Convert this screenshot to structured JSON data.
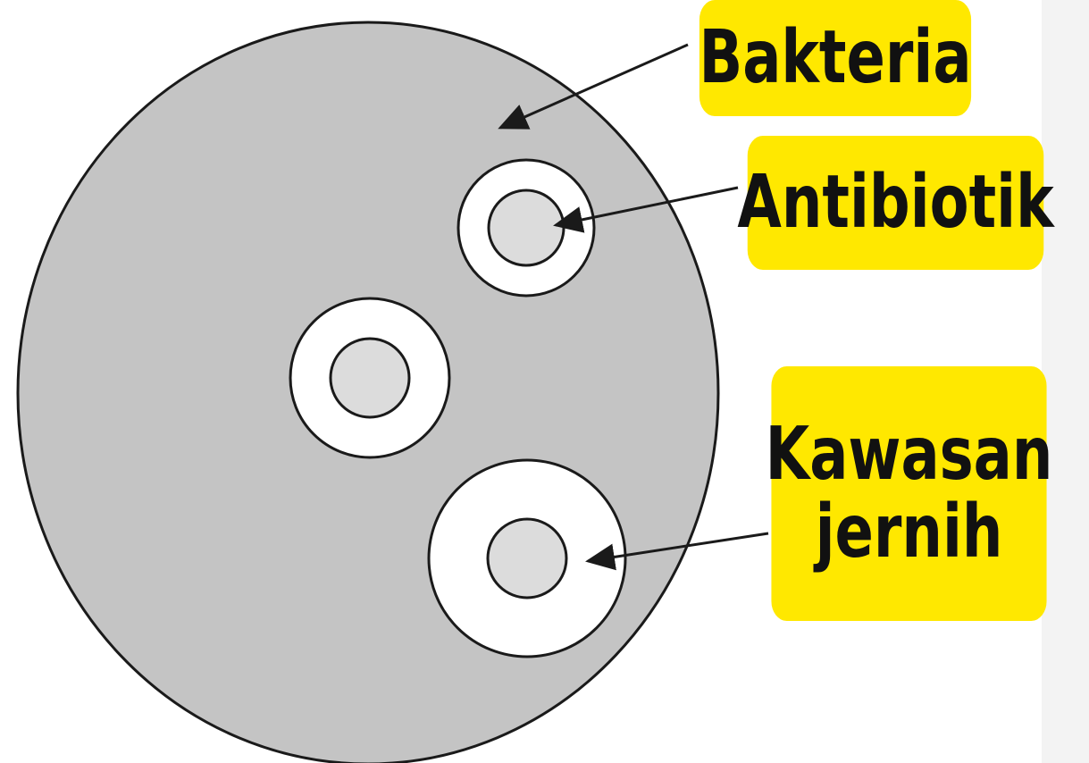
{
  "diagram": {
    "labels": {
      "bakteria": "Bakteria",
      "antibiotik": "Antibiotik",
      "kawasan_line1": "Kawasan",
      "kawasan_line2": "jernih"
    },
    "colors": {
      "plate": "#c4c4c4",
      "clear_zone": "#ffffff",
      "antibiotic_disc": "#dcdcdc",
      "outline": "#1a1a1a",
      "label_background": "#ffe800",
      "label_text": "#111111"
    }
  }
}
